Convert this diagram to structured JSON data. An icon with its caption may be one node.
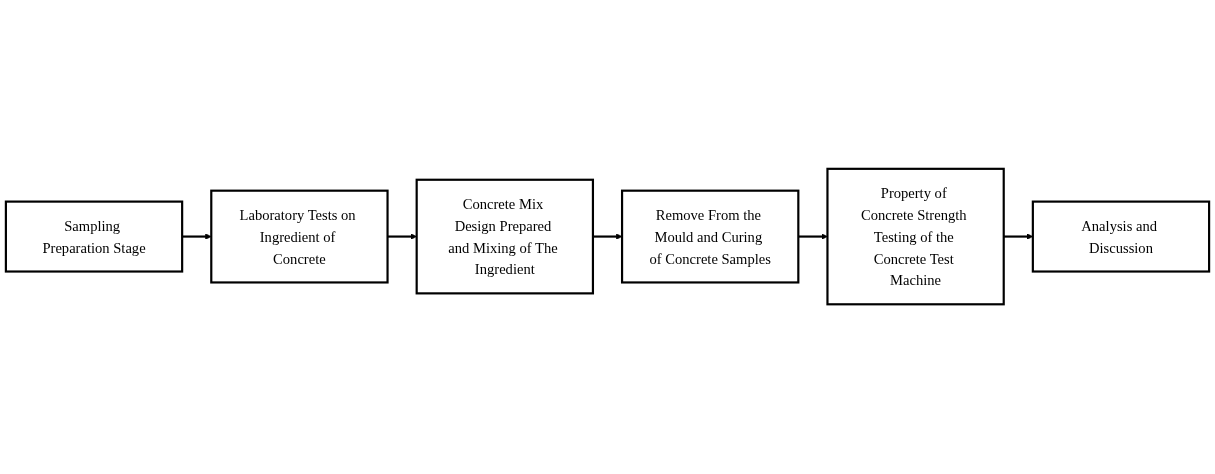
{
  "diagram": {
    "nodes": [
      {
        "text": [
          "Sampling Preparation Stage"
        ]
      },
      {
        "text": [
          "Laboratory Tests on Ingredient of Concrete"
        ]
      },
      {
        "text": [
          "Concrete Mix Design Prepared and Mixing of The Ingredient"
        ]
      },
      {
        "text": [
          "Remove From the Mould and Curing of Concrete Samples"
        ]
      },
      {
        "text": [
          "Property of Concrete Strength Testing of the Concrete Test Machine"
        ]
      },
      {
        "text": [
          "Analysis and Discussion"
        ]
      }
    ],
    "edges": [
      {
        "from": 0,
        "to": 1,
        "arrow": "to"
      },
      {
        "from": 1,
        "to": 2,
        "arrow": "to"
      },
      {
        "from": 2,
        "to": 3,
        "arrow": "to"
      },
      {
        "from": 3,
        "to": 4,
        "arrow": "to"
      },
      {
        "from": 4,
        "to": 5,
        "arrow": "to"
      }
    ]
  }
}
